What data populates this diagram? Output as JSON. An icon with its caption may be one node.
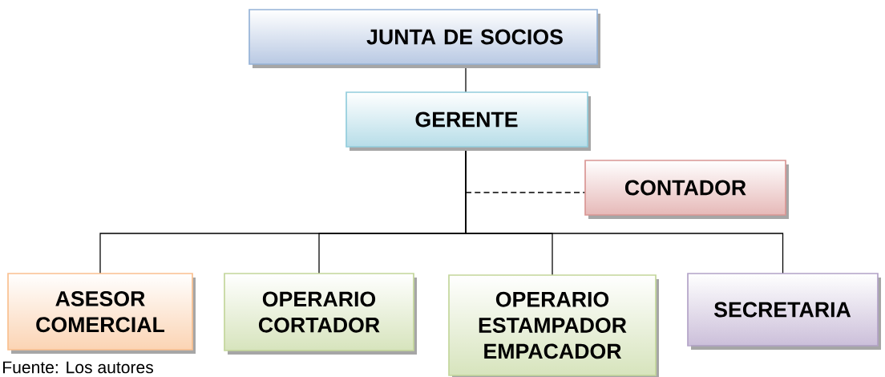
{
  "diagram": {
    "nodes": [
      {
        "text": [
          "JUNTA DE SOCIOS"
        ]
      },
      {
        "text": [
          "GERENTE"
        ]
      },
      {
        "text": [
          "CONTADOR"
        ]
      },
      {
        "text": [
          "ASESOR COMERCIAL"
        ]
      },
      {
        "text": [
          "OPERARIO CORTADOR"
        ]
      },
      {
        "text": [
          "OPERARIO ESTAMPADOR EMPACADOR"
        ]
      },
      {
        "text": [
          "SECRETARIA"
        ]
      }
    ],
    "edges": [
      {
        "from": 0,
        "to": 1,
        "arrow": "none"
      },
      {
        "from": 1,
        "to": 2,
        "arrow": "none",
        "style": "dashed"
      },
      {
        "from": 1,
        "to": 3,
        "arrow": "none"
      },
      {
        "from": 1,
        "to": 4,
        "arrow": "none"
      },
      {
        "from": 1,
        "to": 5,
        "arrow": "none"
      },
      {
        "from": 1,
        "to": 6,
        "arrow": "none"
      }
    ],
    "labels": [
      "Fuente: Los autores"
    ]
  }
}
